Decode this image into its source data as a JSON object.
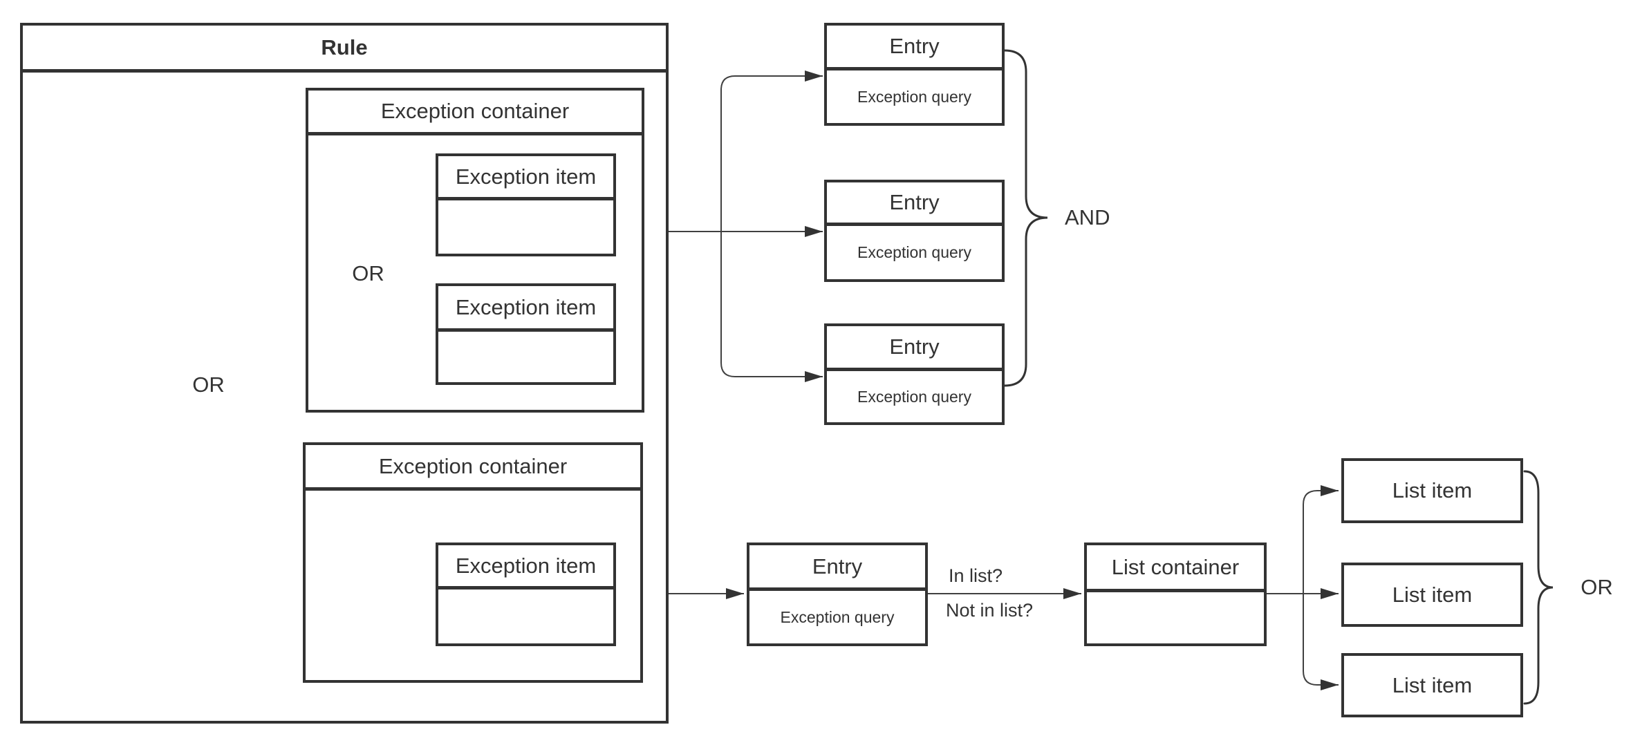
{
  "diagram": {
    "rule": {
      "title": "Rule"
    },
    "exception_containers": [
      {
        "title": "Exception container"
      },
      {
        "title": "Exception container"
      }
    ],
    "exception_items": [
      {
        "title": "Exception item"
      },
      {
        "title": "Exception item"
      },
      {
        "title": "Exception item"
      }
    ],
    "entries": [
      {
        "title": "Entry",
        "query": "Exception query"
      },
      {
        "title": "Entry",
        "query": "Exception query"
      },
      {
        "title": "Entry",
        "query": "Exception query"
      },
      {
        "title": "Entry",
        "query": "Exception query"
      }
    ],
    "list_container": {
      "title": "List container"
    },
    "list_items": [
      {
        "label": "List item"
      },
      {
        "label": "List item"
      },
      {
        "label": "List item"
      }
    ],
    "operators": {
      "inner_or": "OR",
      "outer_or": "OR",
      "and": "AND",
      "list_or": "OR"
    },
    "edge_labels": {
      "in_list": "In list?",
      "not_in_list": "Not in list?"
    },
    "colors": {
      "stroke": "#333333",
      "text": "#333333",
      "background": "#ffffff"
    }
  }
}
